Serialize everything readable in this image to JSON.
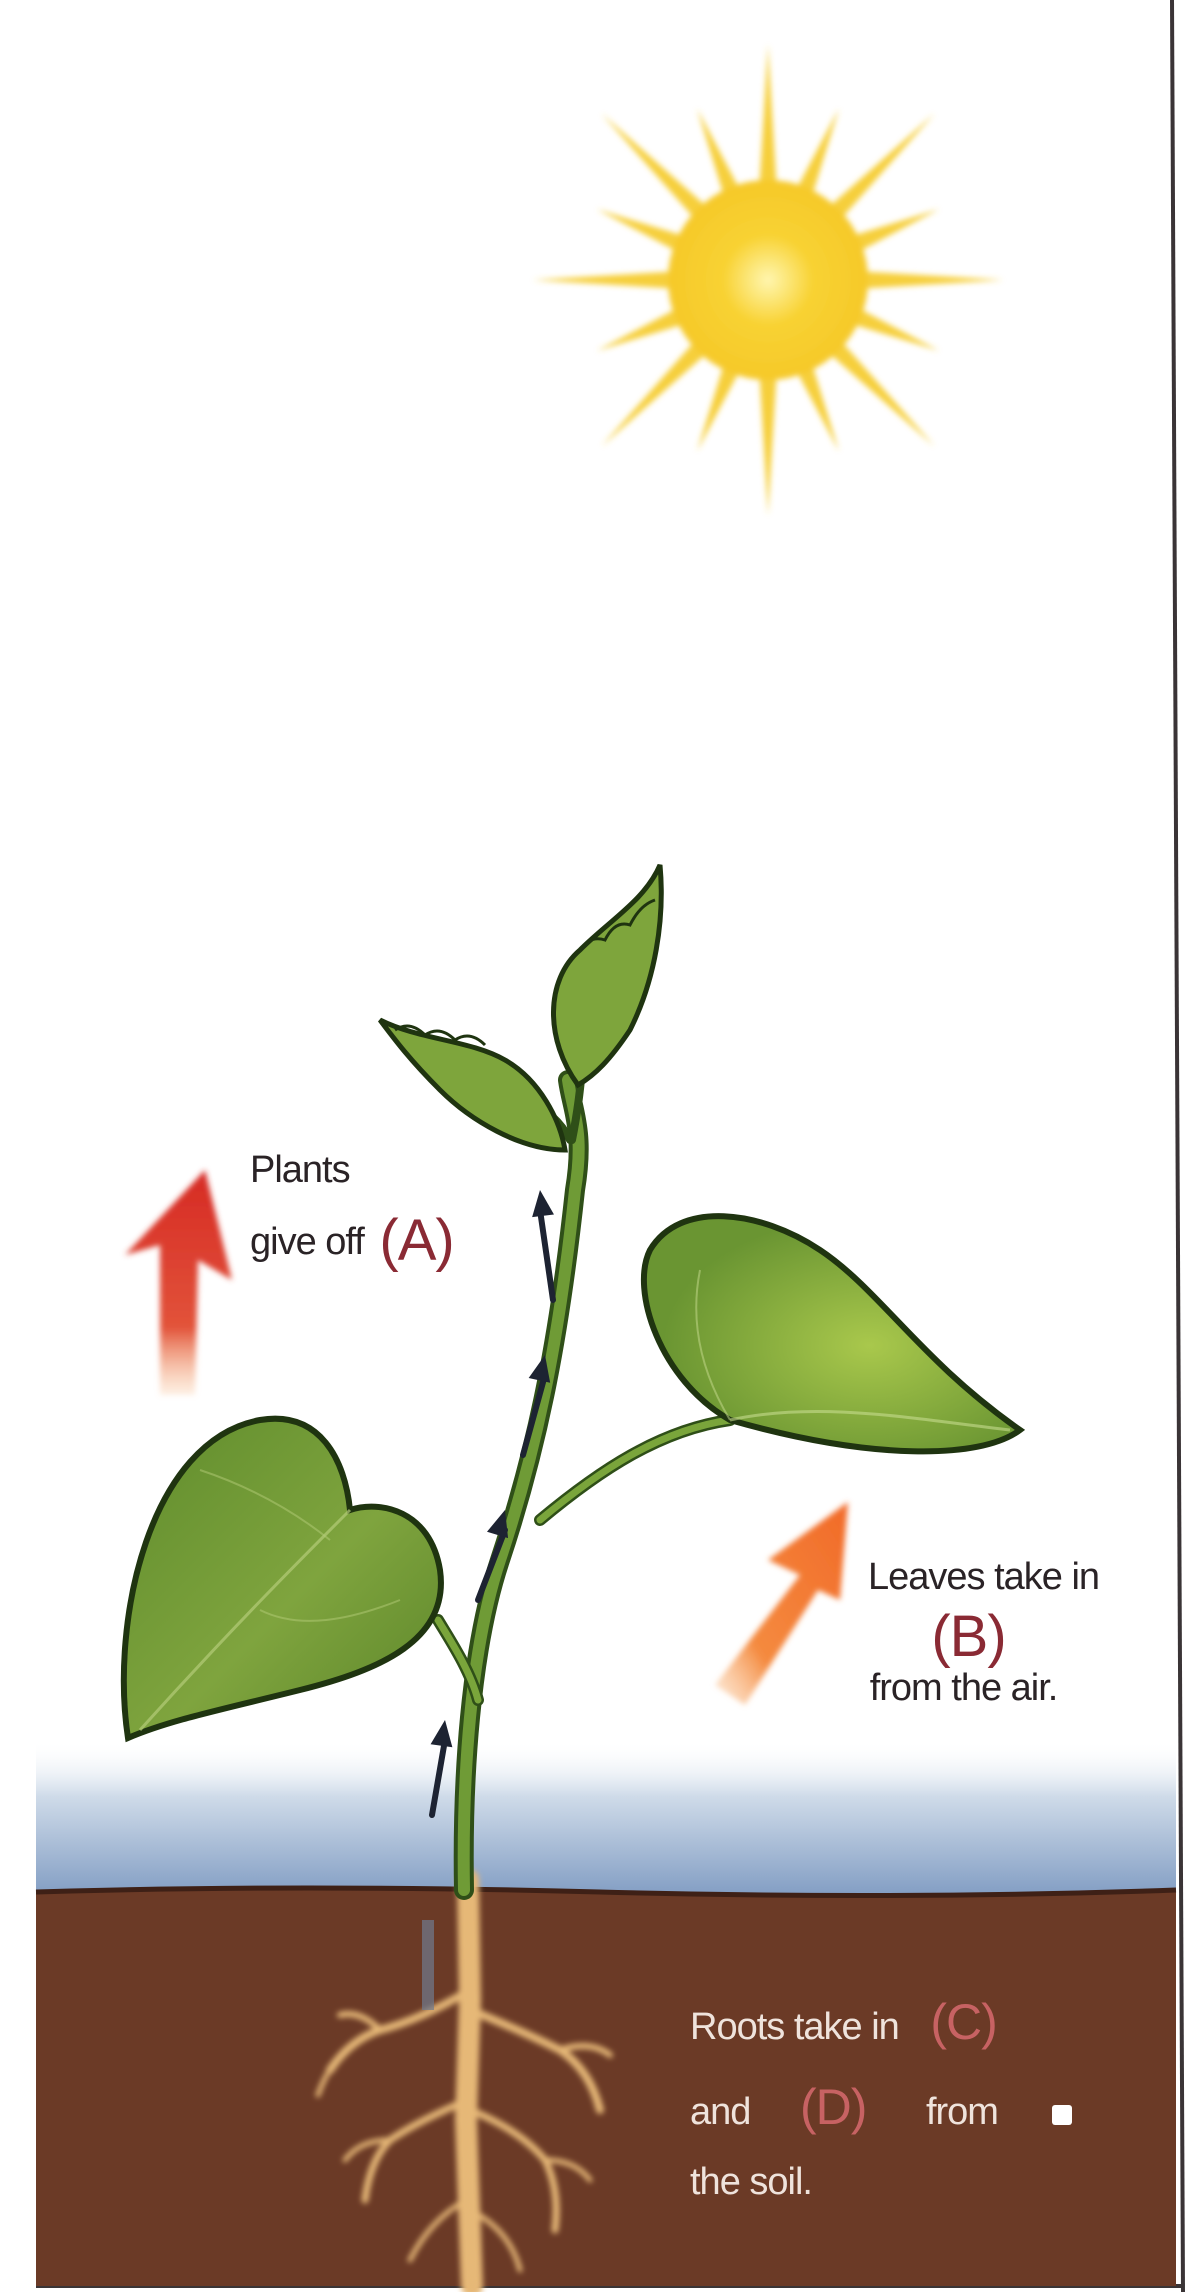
{
  "labels": {
    "plants": {
      "line1": "Plants",
      "line2": "give off",
      "letter": "(A)"
    },
    "leaves": {
      "line1": "Leaves take in",
      "letter": "(B)",
      "line3": "from the air."
    },
    "roots": {
      "line1": "Roots take in",
      "letter_c": "(C)",
      "line2": "and",
      "letter_d": "(D)",
      "line2b": "from",
      "line3": "the soil."
    }
  },
  "colors": {
    "sky_band": "#8ea7c8",
    "soil": "#6b3a26",
    "sun": "#f6c92a",
    "leaf": "#6f9a36",
    "stem": "#4f7a25",
    "root": "#e8bc7a",
    "arrow_red": "#d8302a",
    "arrow_orange": "#f27630",
    "label_red": "#8a2a34"
  },
  "icons": [
    "sun-icon",
    "red-up-arrow-icon",
    "orange-up-arrow-icon",
    "flow-arrow-icon"
  ]
}
